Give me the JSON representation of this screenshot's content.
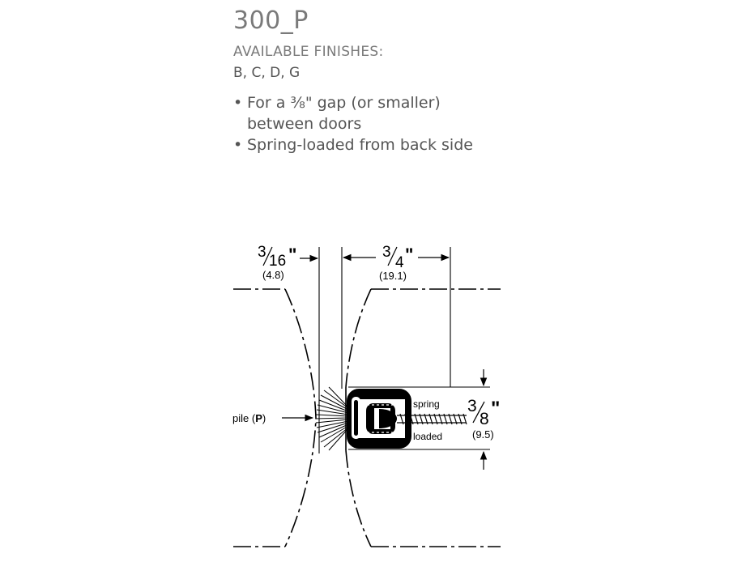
{
  "product": {
    "title": "300_P",
    "finishes_label": "AVAILABLE FINISHES:",
    "finishes_values": "B, C, D, G"
  },
  "features": [
    {
      "line1": "For a ⅜\" gap (or smaller)",
      "line2": "between doors"
    },
    {
      "line1": "Spring-loaded from back side",
      "line2": ""
    }
  ],
  "diagram": {
    "dim_gap": {
      "num": "3",
      "den": "16",
      "unit": "\"",
      "metric": "(4.8)"
    },
    "dim_width": {
      "num": "3",
      "den": "4",
      "unit": "\"",
      "metric": "(19.1)"
    },
    "dim_height": {
      "num": "3",
      "den": "8",
      "unit": "\"",
      "metric": "(9.5)"
    },
    "pile_label_pre": "pile (",
    "pile_label_bold": "P",
    "pile_label_post": ")",
    "spring_label": "spring",
    "loaded_label": "loaded",
    "colors": {
      "line": "#000000",
      "text_gray": "#6b6b6b"
    }
  }
}
